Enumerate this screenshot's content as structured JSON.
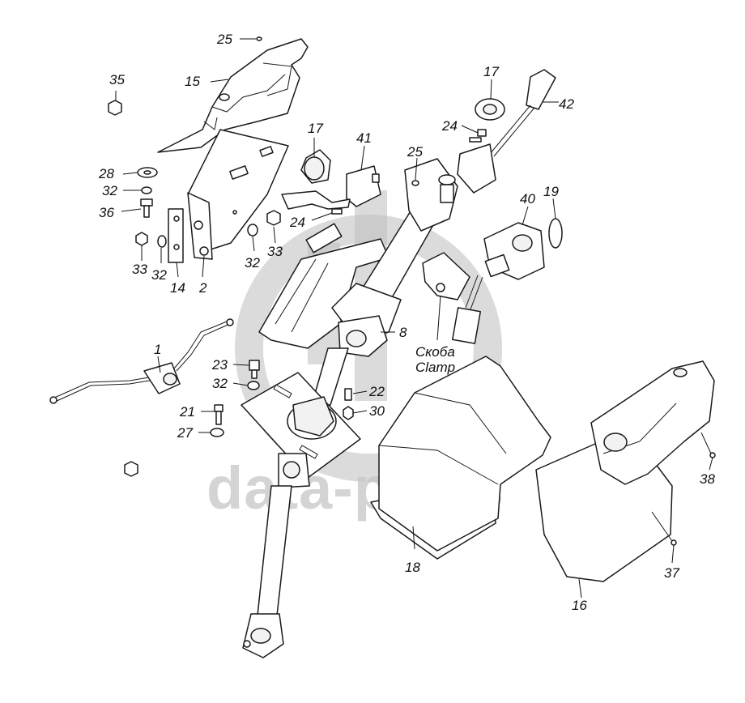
{
  "watermark": {
    "text": "data-parts"
  },
  "callouts": {
    "c1": "1",
    "c2": "2",
    "c8": "8",
    "c14": "14",
    "c15": "15",
    "c16": "16",
    "c17a": "17",
    "c17b": "17",
    "c18": "18",
    "c19": "19",
    "c21": "21",
    "c22": "22",
    "c23": "23",
    "c24a": "24",
    "c24b": "24",
    "c25a": "25",
    "c25b": "25",
    "c27": "27",
    "c28": "28",
    "c30": "30",
    "c32a": "32",
    "c32b": "32",
    "c32c": "32",
    "c32d": "32",
    "c33a": "33",
    "c33b": "33",
    "c35": "35",
    "c36": "36",
    "c37": "37",
    "c38": "38",
    "c40": "40",
    "c41": "41",
    "c42": "42"
  },
  "bracket_note": {
    "ru": "Скоба",
    "en": "Clamp"
  }
}
